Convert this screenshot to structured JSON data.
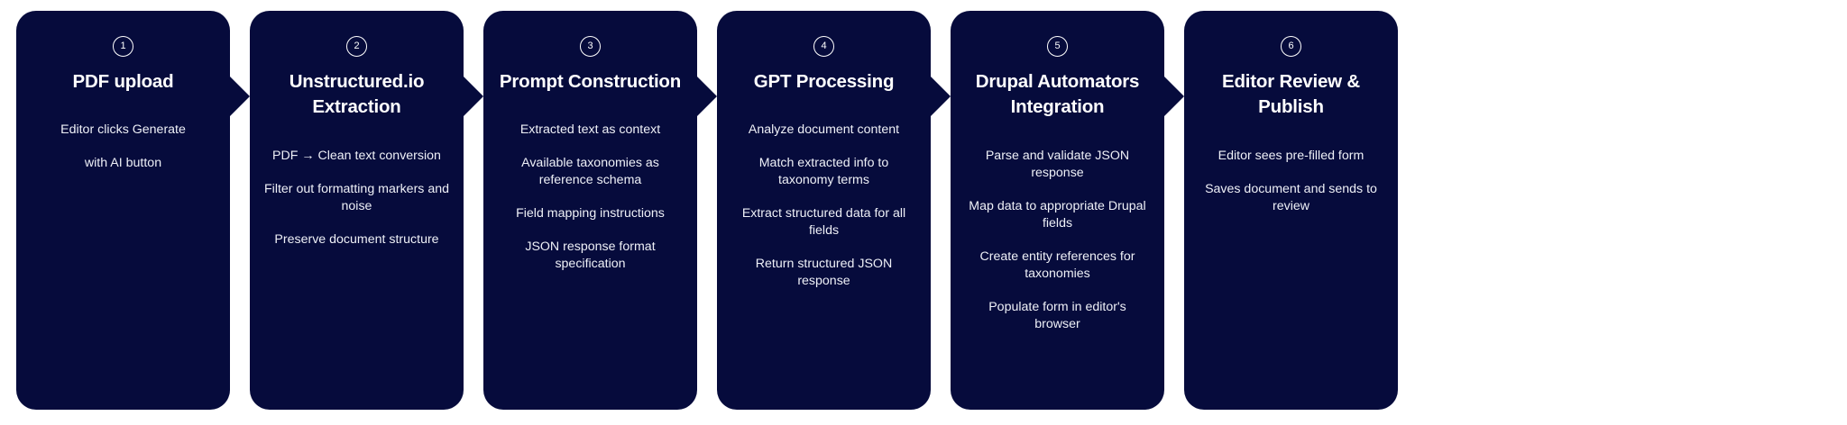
{
  "theme": {
    "page_background": "#ffffff",
    "card_background": "#060B3C",
    "title_color": "#ffffff",
    "body_text_color": "#eef0f7",
    "badge_border_color": "#ffffff"
  },
  "diagram": {
    "type": "process-flow",
    "orientation": "horizontal",
    "step_count": 6,
    "connector_icon": "arrow-right-icon",
    "steps": [
      {
        "number": "1",
        "title": "PDF upload",
        "lines": [
          "Editor clicks Generate",
          "with AI button"
        ]
      },
      {
        "number": "2",
        "title": "Unstructured.io Extraction",
        "lines": [
          "PDF → Clean text conversion",
          "Filter out formatting markers and noise",
          "Preserve document structure"
        ]
      },
      {
        "number": "3",
        "title": "Prompt Construction",
        "lines": [
          "Extracted text as context",
          "Available taxonomies as reference schema",
          "Field mapping instructions",
          "JSON response format specification"
        ]
      },
      {
        "number": "4",
        "title": "GPT Processing",
        "lines": [
          "Analyze document content",
          "Match extracted info to taxonomy terms",
          "Extract structured data for all fields",
          "Return structured JSON response"
        ]
      },
      {
        "number": "5",
        "title": "Drupal Automators Integration",
        "lines": [
          "Parse and validate JSON response",
          "Map data to appropriate Drupal fields",
          "Create entity references for taxonomies",
          "Populate form in editor's browser"
        ]
      },
      {
        "number": "6",
        "title": "Editor Review & Publish",
        "lines": [
          "Editor sees pre-filled form",
          "Saves document and sends to review"
        ]
      }
    ]
  }
}
